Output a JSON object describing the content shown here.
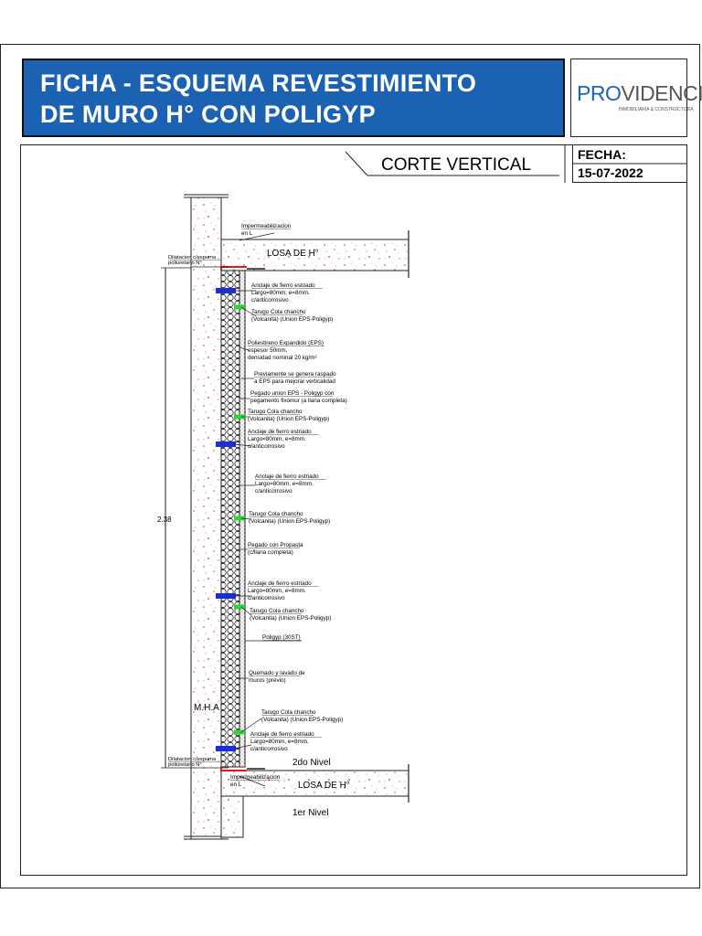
{
  "header": {
    "title_line1": "FICHA - ESQUEMA REVESTIMIENTO",
    "title_line2": "DE MURO H° CON POLIGYP",
    "logo_pro": "PRO",
    "logo_rest": "VIDENCIA",
    "logo_sub": "INMOBILIARIA & CONSTRUCTORA",
    "section_title": "CORTE VERTICAL",
    "date_label": "FECHA:",
    "date_value": "15-07-2022"
  },
  "drawing": {
    "slab_top_label": "LOSA DE H°",
    "slab_bottom_label": "LOSA DE H°",
    "wall_label": "M.H.A",
    "level_upper": "2do Nivel",
    "level_lower": "1er Nivel",
    "height_dimension": "2.38",
    "annotations": [
      {
        "lines": [
          "Impermeabilizacion",
          "en L"
        ]
      },
      {
        "lines": [
          "Dilatacion c/espuma",
          "poliuretano N°"
        ]
      },
      {
        "lines": [
          "Anclaje de fierro estriado",
          "Largo=80mm, e=8mm.",
          "c/anticorrosivo"
        ]
      },
      {
        "lines": [
          "Tarugo Cola chancho",
          "(Volcanita) (Union EPS-Poligyp)"
        ]
      },
      {
        "lines": [
          "Poliestireno Expandido (EPS)",
          "espesor 50mm,",
          "densidad nominal 20 kg/m²"
        ]
      },
      {
        "lines": [
          "Previamente se genera raspado",
          "a EPS para mejorar verticalidad"
        ]
      },
      {
        "lines": [
          "Pegado union EPS - Poligyp con",
          "pegamento fixomur (a llana completa)"
        ]
      },
      {
        "lines": [
          "Tarugo Cola chancho",
          "(Volcanita) (Union EPS-Poligyp)"
        ]
      },
      {
        "lines": [
          "Anclaje de fierro estriado",
          "Largo=80mm, e=8mm.",
          "c/anticorrosivo"
        ]
      },
      {
        "lines": [
          "Anclaje de fierro estriado",
          "Largo=80mm, e=8mm.",
          "c/anticorrosivo"
        ]
      },
      {
        "lines": [
          "Tarugo Cola chancho",
          "(Volcanita) (Union EPS-Poligyp)"
        ]
      },
      {
        "lines": [
          "Pegado con Propasta",
          "(c/llana completa)"
        ]
      },
      {
        "lines": [
          "Anclaje de fierro estriado",
          "Largo=80mm, e=8mm.",
          "c/anticorrosivo"
        ]
      },
      {
        "lines": [
          "Tarugo Cola chancho",
          "(Volcanita) (Union EPS-Poligyp)"
        ]
      },
      {
        "lines": [
          "Poligyp (30ST)"
        ]
      },
      {
        "lines": [
          "Quemado y lavado de",
          "muros (previo)"
        ]
      },
      {
        "lines": [
          "Tarugo Cola chancho",
          "(Volcanita) (Union EPS-Poligyp)"
        ]
      },
      {
        "lines": [
          "Anclaje de fierro estriado",
          "Largo=80mm, e=8mm.",
          "c/anticorrosivo"
        ]
      },
      {
        "lines": [
          "Dilatacion c/espuma",
          "poliuretano N°"
        ]
      },
      {
        "lines": [
          "Impermeabilizacion",
          "en L"
        ]
      }
    ]
  }
}
